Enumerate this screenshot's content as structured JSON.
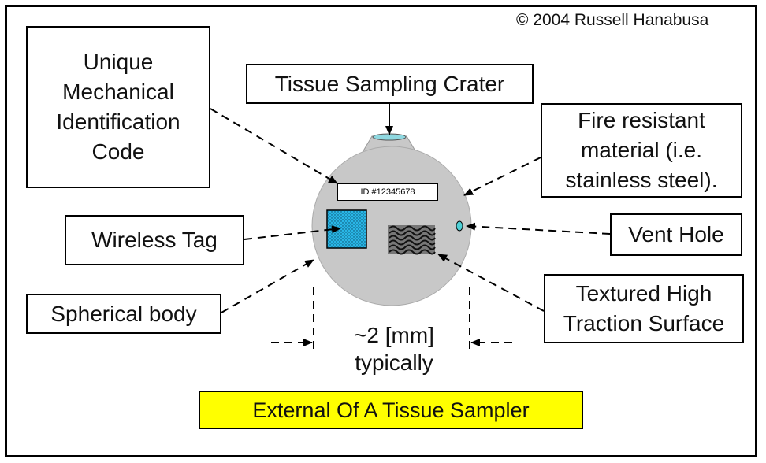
{
  "copyright": "© 2004  Russell Hanabusa",
  "labels": {
    "unique_code": "Unique\nMechanical\nIdentification\nCode",
    "crater": "Tissue Sampling Crater",
    "fire": "Fire resistant\nmaterial (i.e.\nstainless steel).",
    "wireless": "Wireless Tag",
    "vent": "Vent Hole",
    "spherical": "Spherical body",
    "textured": "Textured High\nTraction Surface"
  },
  "id_tag": "ID #12345678",
  "dimension": "~2 [mm]\ntypically",
  "title": "External Of A Tissue Sampler",
  "colors": {
    "sphere": "#c8c8c8",
    "wireless_tag": "#29b6e6",
    "title_bg": "#ffff00",
    "vent": "#4fd0d6"
  }
}
